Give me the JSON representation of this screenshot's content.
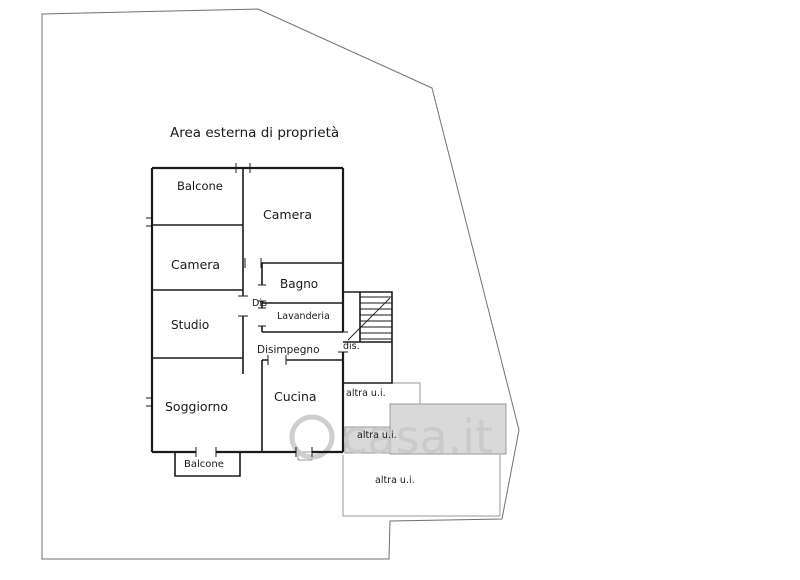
{
  "page": {
    "area_label": "Area esterna di proprietà",
    "watermark": "casa.it"
  },
  "rooms": {
    "balcone_top": "Balcone",
    "camera_top": "Camera",
    "camera_left": "Camera",
    "bagno": "Bagno",
    "dis_upper": "Dis",
    "lavanderia": "Lavanderia",
    "studio": "Studio",
    "disimpegno": "Disimpegno",
    "dis_lower": "dis.",
    "soggiorno": "Soggiorno",
    "cucina": "Cucina",
    "balcone_bottom": "Balcone",
    "altra_ui_upper": "altra u.i.",
    "altra_ui_middle": "altra u.i.",
    "altra_ui_lower": "altra u.i."
  },
  "colors": {
    "wall": "#1a1a1a",
    "boundary": "#707070",
    "thin": "#999999",
    "shade_fill": "#d9d9d9",
    "watermark": "#c9c9c9"
  }
}
